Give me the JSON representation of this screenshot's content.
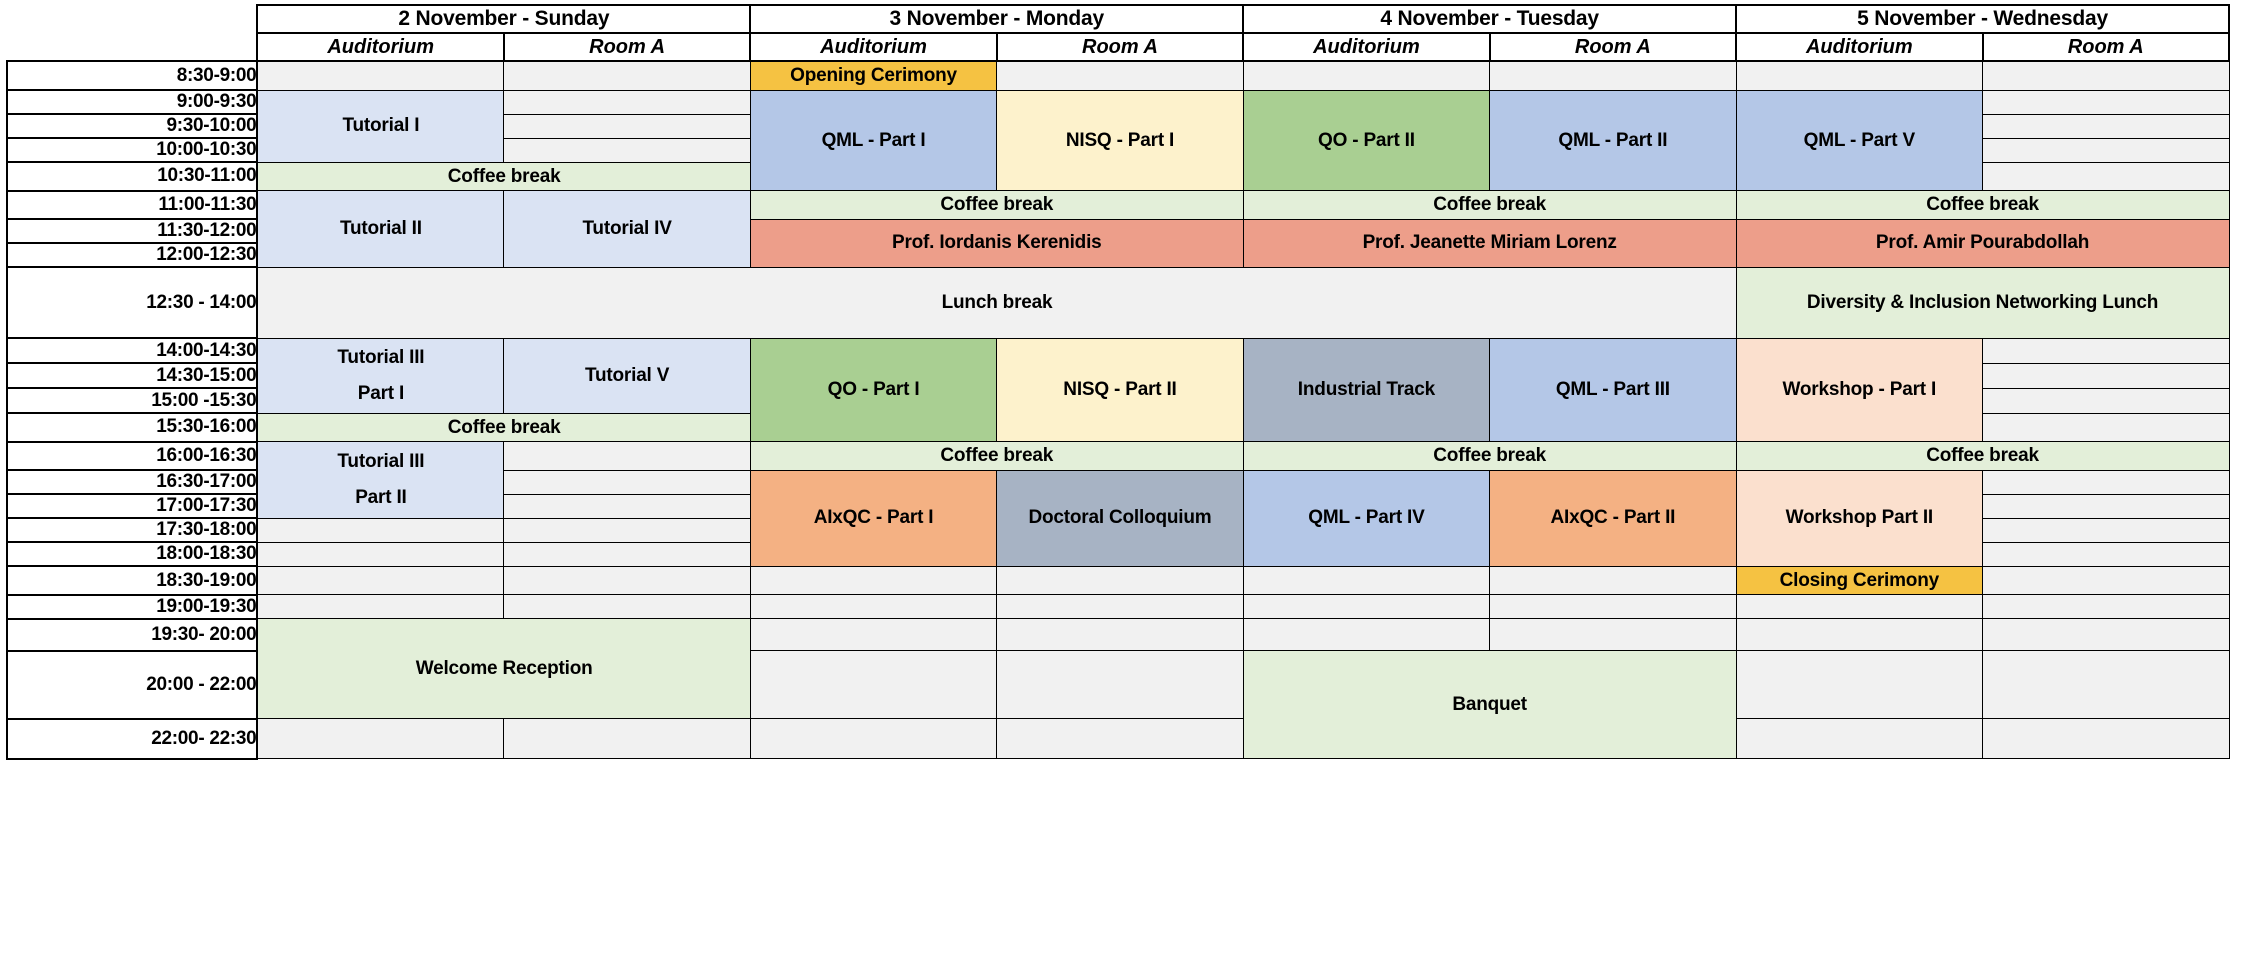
{
  "header": {
    "corner_label": "",
    "days": [
      {
        "date_label": "2 November - Sunday",
        "rooms": [
          "Auditorium",
          "Room A"
        ]
      },
      {
        "date_label": "3 November - Monday",
        "rooms": [
          "Auditorium",
          "Room A"
        ]
      },
      {
        "date_label": "4 November - Tuesday",
        "rooms": [
          "Auditorium",
          "Room A"
        ]
      },
      {
        "date_label": "5 November - Wednesday",
        "rooms": [
          "Auditorium",
          "Room A"
        ]
      }
    ]
  },
  "times": [
    "8:30-9:00",
    "9:00-9:30",
    "9:30-10:00",
    "10:00-10:30",
    "10:30-11:00",
    "11:00-11:30",
    "11:30-12:00",
    "12:00-12:30",
    "12:30 - 14:00",
    "14:00-14:30",
    "14:30-15:00",
    "15:00 -15:30",
    "15:30-16:00",
    "16:00-16:30",
    "16:30-17:00",
    "17:00-17:30",
    "17:30-18:00",
    "18:00-18:30",
    "18:30-19:00",
    "19:00-19:30",
    "19:30- 20:00",
    "20:00 - 22:00",
    "22:00- 22:30"
  ],
  "colors": {
    "empty": "#f1f1f1",
    "blue": "#b4c7e7",
    "light_blue": "#dae3f3",
    "cream": "#fdf2cc",
    "green": "#a9cf92",
    "light_green": "#e3efd9",
    "salmon": "#ed9e8a",
    "slate": "#a7b3c4",
    "orange": "#f4b183",
    "peach": "#fbe0ce",
    "amber": "#f5c242"
  },
  "sessions": {
    "tutorial_1": "Tutorial I",
    "tutorial_2": "Tutorial II",
    "tutorial_3_a": "Tutorial III",
    "tutorial_3_a2": "Part I",
    "tutorial_3_b": "Tutorial III",
    "tutorial_3_b2": "Part II",
    "tutorial_4": "Tutorial IV",
    "tutorial_5": "Tutorial V",
    "coffee_break": "Coffee break",
    "lunch_break": "Lunch break",
    "diversity_lunch": "Diversity & Inclusion Networking Lunch",
    "welcome_reception": "Welcome Reception",
    "banquet": "Banquet",
    "opening": "Opening Cerimony",
    "closing": "Closing Cerimony",
    "qml_1": "QML - Part I",
    "qml_2": "QML - Part II",
    "qml_3": "QML - Part III",
    "qml_4": "QML - Part IV",
    "qml_5": "QML - Part V",
    "nisq_1": "NISQ - Part I",
    "nisq_2": "NISQ - Part II",
    "qo_1": "QO - Part I",
    "qo_2": "QO - Part II",
    "keynote_mon": "Prof. Iordanis Kerenidis",
    "keynote_tue": "Prof. Jeanette Miriam Lorenz",
    "keynote_wed": "Prof. Amir Pourabdollah",
    "industrial_track": "Industrial Track",
    "aixqc_1": "AIxQC - Part I",
    "aixqc_2": "AIxQC - Part II",
    "doctoral_colloquium": "Doctoral Colloquium",
    "workshop_1": "Workshop - Part I",
    "workshop_2": "Workshop Part II"
  }
}
